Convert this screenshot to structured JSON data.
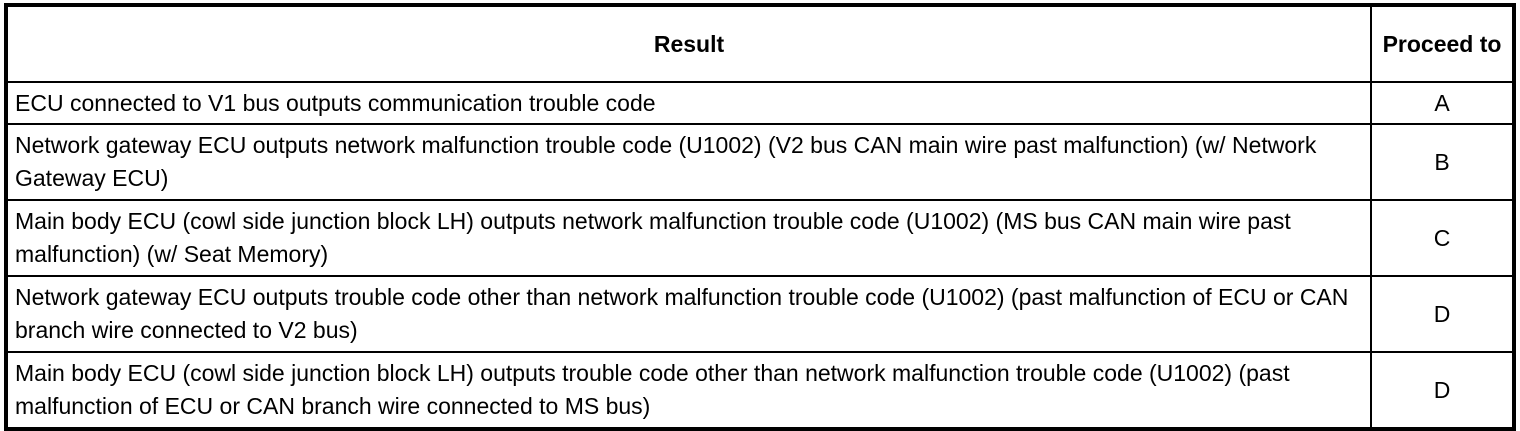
{
  "table": {
    "headers": {
      "result": "Result",
      "proceed_to": "Proceed to"
    },
    "rows": [
      {
        "result": "ECU connected to V1 bus outputs communication trouble code",
        "proceed_to": "A"
      },
      {
        "result": "Network gateway ECU outputs network malfunction trouble code (U1002) (V2 bus CAN main wire past malfunction) (w/ Network Gateway ECU)",
        "proceed_to": "B"
      },
      {
        "result": "Main body ECU (cowl side junction block LH) outputs network malfunction trouble code (U1002) (MS bus CAN main wire past malfunction) (w/ Seat Memory)",
        "proceed_to": "C"
      },
      {
        "result": "Network gateway ECU outputs trouble code other than network malfunction trouble code (U1002) (past malfunction of ECU or CAN branch wire connected to V2 bus)",
        "proceed_to": "D"
      },
      {
        "result": "Main body ECU (cowl side junction block LH) outputs trouble code other than network malfunction trouble code (U1002) (past malfunction of ECU or CAN branch wire connected to MS bus)",
        "proceed_to": "D"
      }
    ],
    "colors": {
      "border": "#000000",
      "text": "#000000",
      "background": "#ffffff"
    }
  }
}
